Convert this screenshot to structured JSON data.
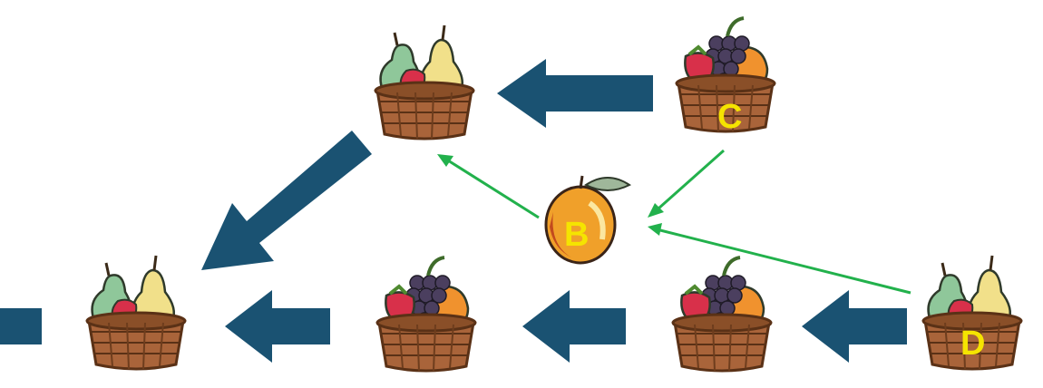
{
  "colors": {
    "big_arrow": "#1a5272",
    "small_arrow": "#22b14c",
    "label": "#f5e400",
    "basket": "#a9643a",
    "basket_dark": "#6e3d1d"
  },
  "nodes": [
    {
      "id": "pear-basket-top",
      "kind": "pear-basket",
      "label": ""
    },
    {
      "id": "mixed-basket-top",
      "kind": "mixed-basket",
      "label": "C"
    },
    {
      "id": "apple",
      "kind": "apple",
      "label": "B"
    },
    {
      "id": "pear-basket-bottom-left",
      "kind": "pear-basket",
      "label": ""
    },
    {
      "id": "mixed-basket-bottom-1",
      "kind": "mixed-basket",
      "label": ""
    },
    {
      "id": "mixed-basket-bottom-2",
      "kind": "mixed-basket",
      "label": ""
    },
    {
      "id": "pear-basket-bottom-right",
      "kind": "pear-basket",
      "label": "D"
    }
  ],
  "edges": [
    {
      "from": "mixed-basket-top",
      "to": "pear-basket-top",
      "style": "big"
    },
    {
      "from": "pear-basket-top",
      "to": "pear-basket-bottom-left",
      "style": "big"
    },
    {
      "from": "mixed-basket-bottom-1",
      "to": "pear-basket-bottom-left",
      "style": "big"
    },
    {
      "from": "mixed-basket-bottom-2",
      "to": "mixed-basket-bottom-1",
      "style": "big"
    },
    {
      "from": "pear-basket-bottom-right",
      "to": "mixed-basket-bottom-2",
      "style": "big"
    },
    {
      "from": "pear-basket-bottom-left",
      "to": "offscreen-left",
      "style": "big"
    },
    {
      "from": "apple",
      "to": "pear-basket-top",
      "style": "small"
    },
    {
      "from": "mixed-basket-top",
      "to": "apple",
      "style": "small"
    },
    {
      "from": "pear-basket-bottom-right",
      "to": "apple",
      "style": "small"
    }
  ]
}
